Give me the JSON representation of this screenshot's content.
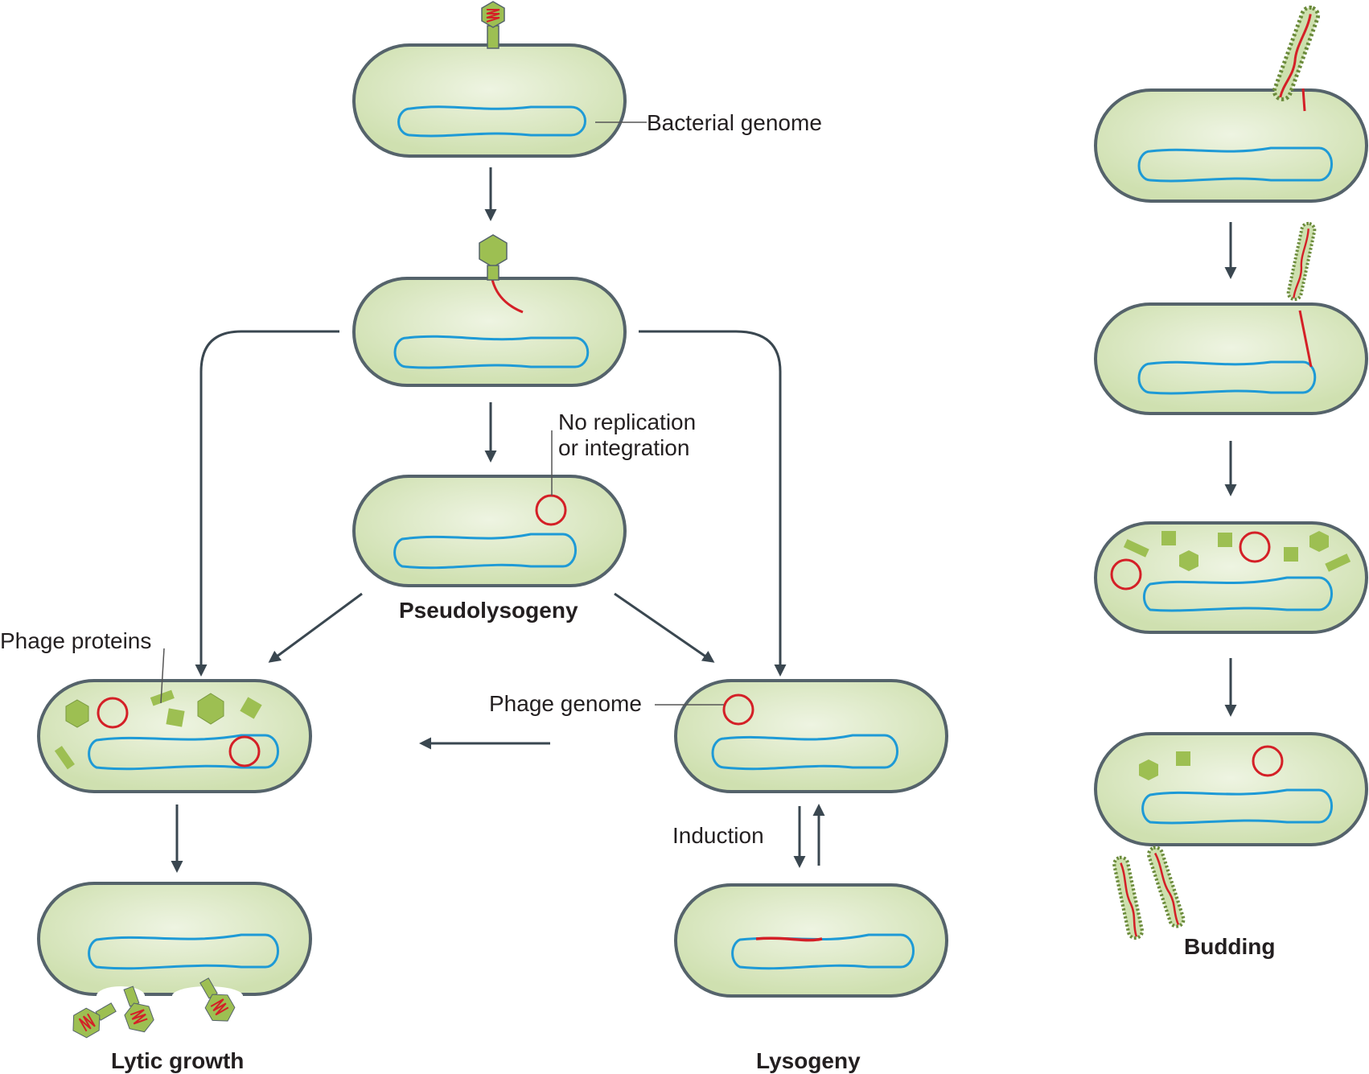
{
  "labels": {
    "bacterial_genome": "Bacterial genome",
    "no_replication_1": "No replication",
    "no_replication_2": "or integration",
    "pseudolysogeny": "Pseudolysogeny",
    "phage_proteins": "Phage proteins",
    "phage_genome": "Phage genome",
    "induction": "Induction",
    "lytic_growth": "Lytic growth",
    "lysogeny": "Lysogeny",
    "budding": "Budding"
  },
  "colors": {
    "cell_fill": "#d9e8c0",
    "cell_stroke": "#55636b",
    "genome": "#1e9ad6",
    "phage_dna": "#d42027",
    "phage_green": "#9dbf52",
    "arrow": "#3a4750"
  }
}
